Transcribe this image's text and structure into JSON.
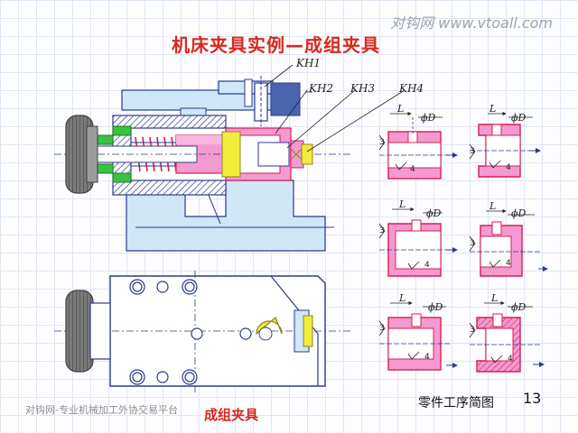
{
  "header": {
    "title": "机床夹具实例—成组夹具",
    "watermark": "对钩网  www.vtoall.com"
  },
  "labels": {
    "kh1": "KH1",
    "kh2": "KH2",
    "kh3": "KH3",
    "kh4": "KH4"
  },
  "part_labels": {
    "length": "L",
    "diameter": "ϕD",
    "dim_three": "3",
    "dim_four": "4"
  },
  "footer": {
    "platform": "对钩网-专业机械加工外协交易平台",
    "caption": "成组夹具",
    "parts_caption": "零件工序简图",
    "page_number": "13"
  },
  "colors": {
    "part_fill": "#f59ad1",
    "part_stroke": "#d81c54",
    "fixture_fill": "#cfe7f7",
    "dark_blue": "#4a64ad",
    "green": "#39c242",
    "yellow": "#f1ec3c",
    "knob": "#7a7a7a"
  }
}
